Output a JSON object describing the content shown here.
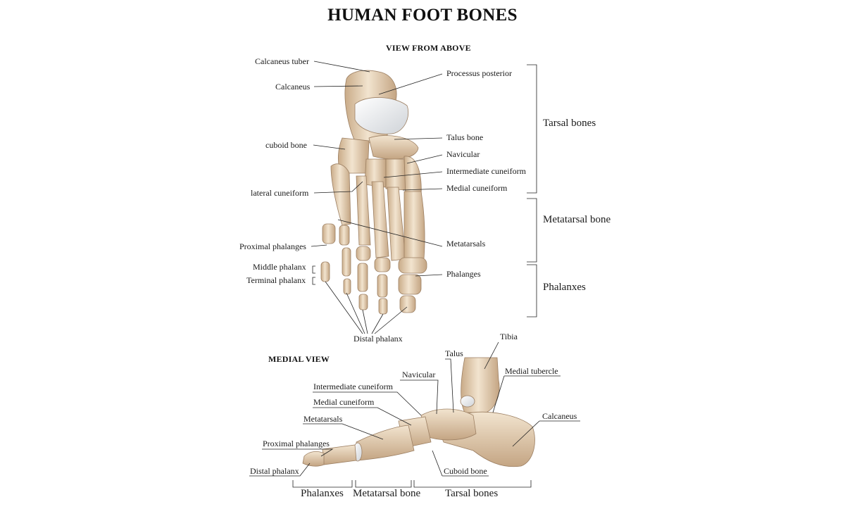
{
  "title": "HUMAN FOOT BONES",
  "sections": {
    "top": "VIEW FROM ABOVE",
    "medial": "MEDIAL VIEW"
  },
  "top_labels": {
    "calcaneus_tuber": "Calcaneus tuber",
    "calcaneus": "Calcaneus",
    "cuboid_bone": "cuboid bone",
    "lateral_cuneiform": "lateral cuneiform",
    "proximal_phalanges": "Proximal phalanges",
    "middle_phalanx": "Middle phalanx",
    "terminal_phalanx": "Terminal phalanx",
    "processus_posterior": "Processus posterior",
    "talus_bone": "Talus  bone",
    "navicular": "Navicular",
    "intermediate_cuneiform": "Intermediate cuneiform",
    "medial_cuneiform": "Medial cuneiform",
    "metatarsals": "Metatarsals",
    "phalanges": "Phalanges",
    "distal_phalanx": "Distal phalanx"
  },
  "top_groups": {
    "tarsal": "Tarsal bones",
    "metatarsal": "Metatarsal bone",
    "phalanxes": "Phalanxes"
  },
  "medial_labels": {
    "tibia": "Tibia",
    "talus": "Talus",
    "navicular": "Navicular",
    "medial_tubercle": "Medial tubercle",
    "intermediate_cuneiform": "Intermediate cuneiform",
    "medial_cuneiform": "Medial cuneiform",
    "metatarsals": "Metatarsals",
    "calcaneus": "Calcaneus",
    "proximal_phalanges": "Proximal phalanges",
    "distal_phalanx": "Distal phalanx",
    "cuboid_bone": "Cuboid bone"
  },
  "medial_groups": {
    "phalanxes": "Phalanxes",
    "metatarsal": "Metatarsal bone",
    "tarsal": "Tarsal bones"
  },
  "colors": {
    "bone_light": "#eedfc8",
    "bone_mid": "#d8c0a0",
    "bone_dark": "#b89876",
    "cartilage": "#eef0f3",
    "leader_line": "#222222"
  }
}
